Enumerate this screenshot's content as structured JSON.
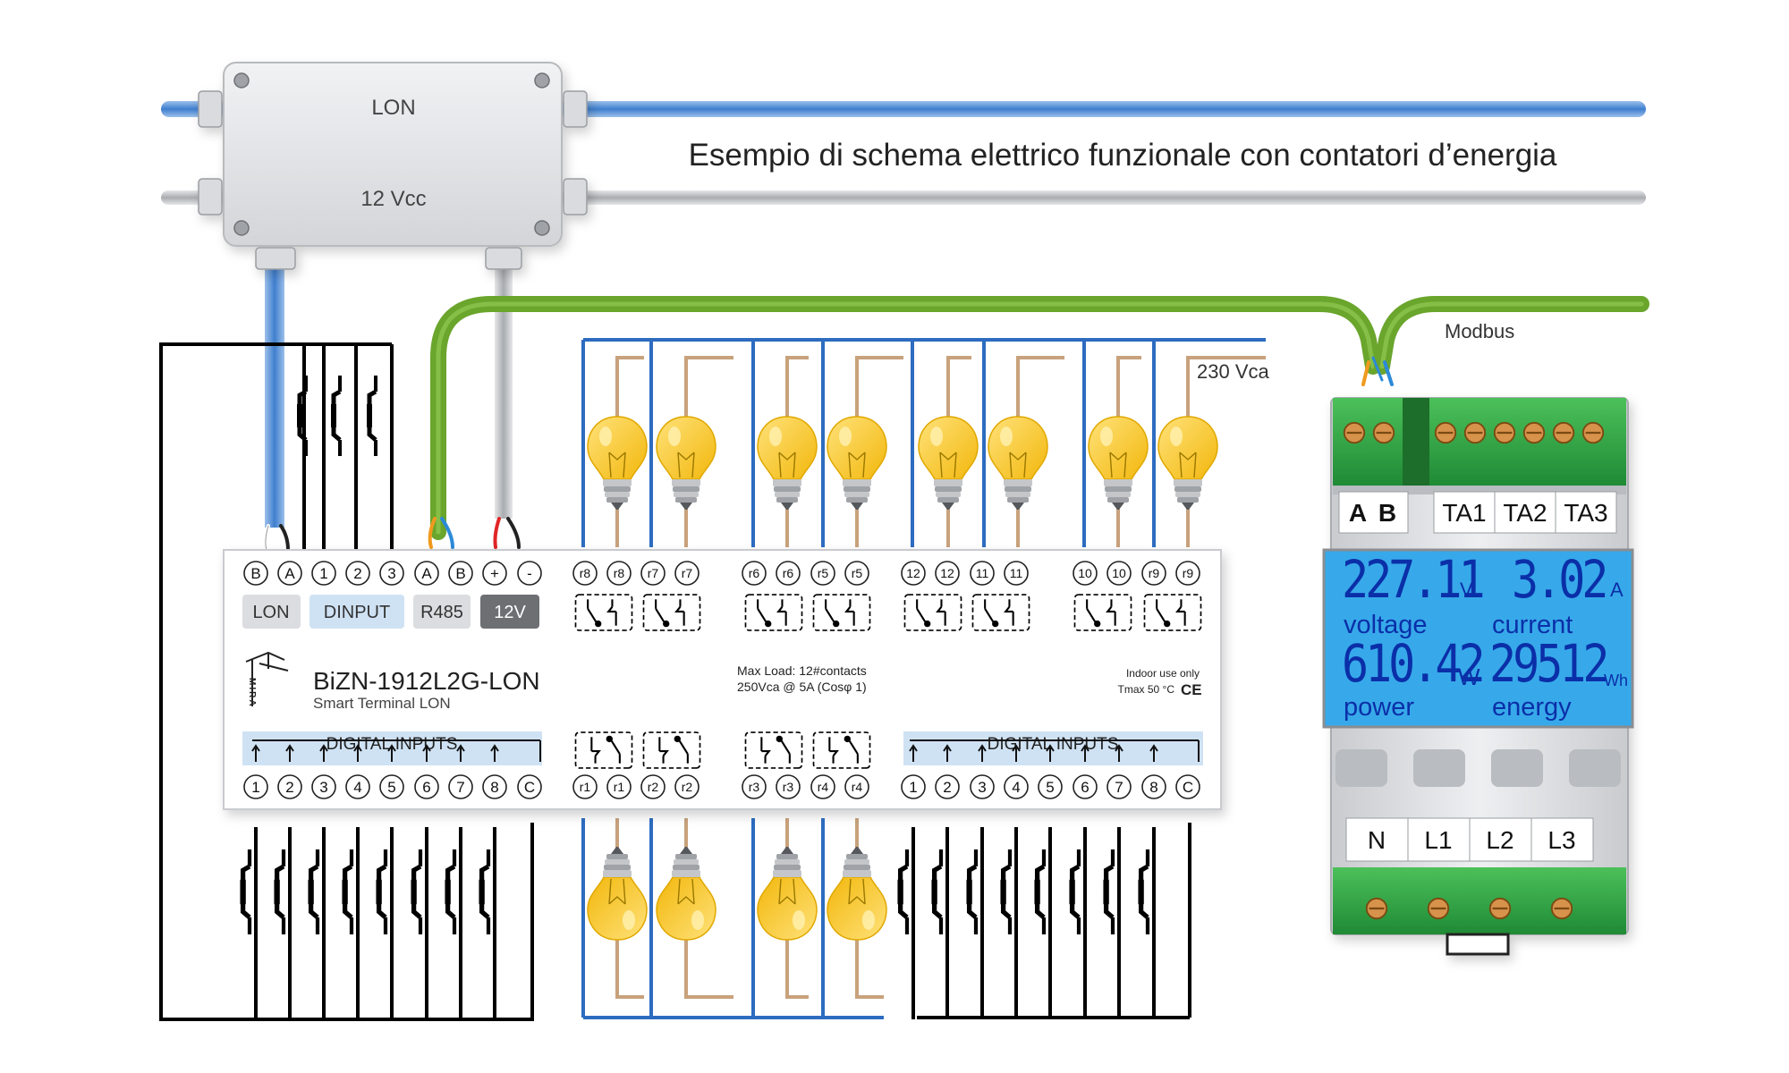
{
  "title": "Esempio di schema elettrico funzionale con contatori d’energia",
  "junction_box": {
    "lon_label": "LON",
    "vcc_label": "12 Vcc"
  },
  "bus_labels": {
    "modbus": "Modbus",
    "mains": "230 Vca"
  },
  "terminal": {
    "model": "BiZN-1912L2G-LON",
    "subtitle": "Smart Terminal LON",
    "logo_text": "MIRA",
    "max_load_line1": "Max Load:  12#contacts",
    "max_load_line2": "250Vca @ 5A    (Cosφ 1)",
    "indoor": "Indoor use only",
    "tmax": "Tmax 50 °C",
    "ce": "CE",
    "top_left_pins": [
      "B",
      "A",
      "1",
      "2",
      "3",
      "A",
      "B",
      "+",
      "-"
    ],
    "blocks": {
      "lon": "LON",
      "dinput": "DINPUT",
      "r485": "R485",
      "v12": "12V"
    },
    "relay_top_pins": [
      "r8",
      "r8",
      "r7",
      "r7",
      "r6",
      "r6",
      "r5",
      "r5",
      "12",
      "12",
      "11",
      "11",
      "10",
      "10",
      "r9",
      "r9"
    ],
    "relay_bottom_pins": [
      "r1",
      "r1",
      "r2",
      "r2",
      "r3",
      "r3",
      "r4",
      "r4"
    ],
    "digital_inputs_label": "DIGITAL INPUTS",
    "bottom_inputs": [
      "1",
      "2",
      "3",
      "4",
      "5",
      "6",
      "7",
      "8",
      "C"
    ]
  },
  "meter": {
    "top_terminals": [
      "A",
      "B",
      "TA1",
      "TA2",
      "TA3"
    ],
    "voltage_value": "227.11",
    "voltage_unit": "V",
    "voltage_label": "voltage",
    "current_value": "3.02",
    "current_unit": "A",
    "current_label": "current",
    "power_value": "610.42",
    "power_unit": "W",
    "power_label": "power",
    "energy_value": "29512",
    "energy_unit": "Wh",
    "energy_label": "energy",
    "bottom_terminals": [
      "N",
      "L1",
      "L2",
      "L3"
    ]
  },
  "colors": {
    "lon_cable": "#5b8fd0",
    "vcc_cable": "#b9bcc0",
    "modbus_cable": "#6aa52c",
    "mains": "#2d6cc0",
    "load_wire": "#c8a27c",
    "bulb": "#f6c21a",
    "lcd": "#37a9ea",
    "lcd_text": "#0b2fa8",
    "module_green": "#28a745",
    "block_blue": "#cfe2f4"
  },
  "icons": {
    "bulb": "light-bulb-icon",
    "switch": "push-button-switch-icon",
    "relay": "relay-contact-icon"
  }
}
